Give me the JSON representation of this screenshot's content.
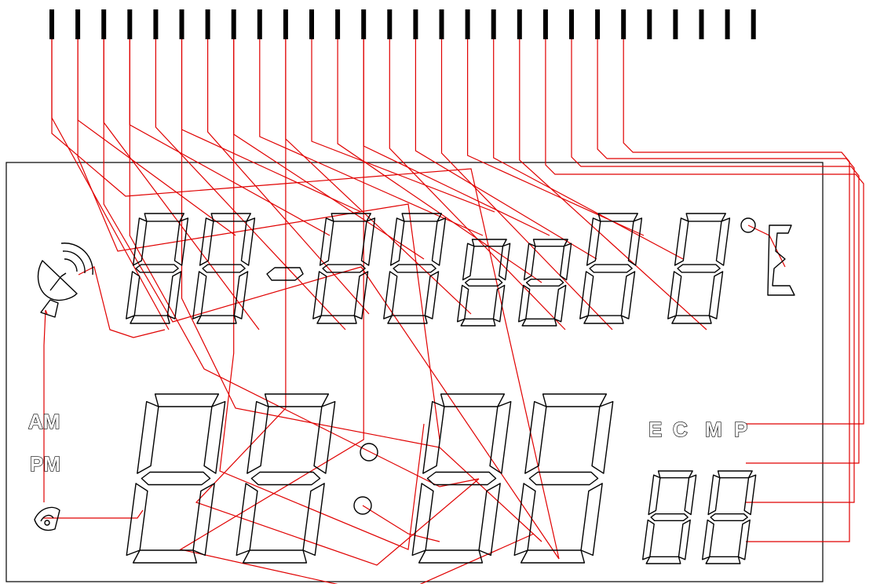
{
  "indicators": {
    "am": "AM",
    "pm": "PM",
    "mode_e": "E",
    "mode_c": "C",
    "mode_m": "M",
    "mode_p": "P"
  },
  "pin_count": 28,
  "icons": [
    "satellite-dish-icon",
    "alarm-bell-icon",
    "degree-icon",
    "colon-dots"
  ],
  "colors": {
    "segment_outline": "#000000",
    "trace": "#e00000",
    "background": "#ffffff"
  }
}
